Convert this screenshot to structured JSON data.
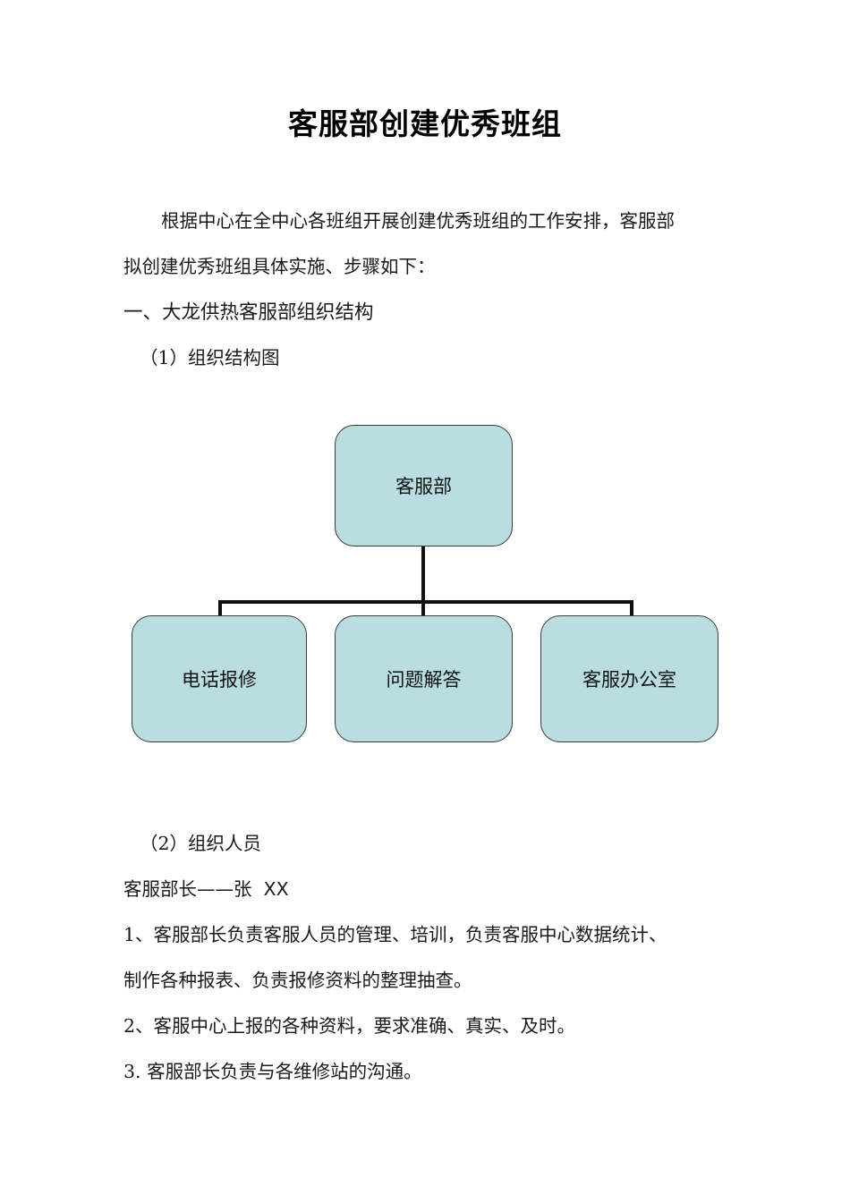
{
  "document": {
    "title": "客服部创建优秀班组",
    "paragraphs": [
      {
        "id": "intro-line-1",
        "text": "根据中心在全中心各班组开展创建优秀班组的工作安排，客服部",
        "style": "indent"
      },
      {
        "id": "intro-line-2",
        "text": "拟创建优秀班组具体实施、步骤如下：",
        "style": "plain"
      },
      {
        "id": "section-1-heading",
        "text": "一、大龙供热客服部组织结构",
        "style": "heading"
      },
      {
        "id": "subsection-1-heading",
        "text": "（1）组织结构图",
        "style": "sub"
      }
    ],
    "paragraphs_after_chart": [
      {
        "id": "subsection-2-heading",
        "text": "（2）组织人员",
        "style": "sub"
      },
      {
        "id": "manager-line",
        "text": "客服部长——张  XX",
        "style": "plain"
      },
      {
        "id": "duty-1-line-1",
        "text": "1、客服部长负责客服人员的管理、培训，负责客服中心数据统计、",
        "style": "plain"
      },
      {
        "id": "duty-1-line-2",
        "text": "制作各种报表、负责报修资料的整理抽查。",
        "style": "plain"
      },
      {
        "id": "duty-2",
        "text": "2、客服中心上报的各种资料，要求准确、真实、及时。",
        "style": "plain"
      },
      {
        "id": "duty-3",
        "text": "3. 客服部长负责与各维修站的沟通。",
        "style": "plain"
      }
    ]
  },
  "org_chart": {
    "root": {
      "label": "客服部"
    },
    "children": [
      {
        "label": "电话报修"
      },
      {
        "label": "问题解答"
      },
      {
        "label": "客服办公室"
      }
    ],
    "colors": {
      "node_fill": "#b9dde1",
      "node_border": "#3a3a3a",
      "connector": "#111111"
    }
  }
}
